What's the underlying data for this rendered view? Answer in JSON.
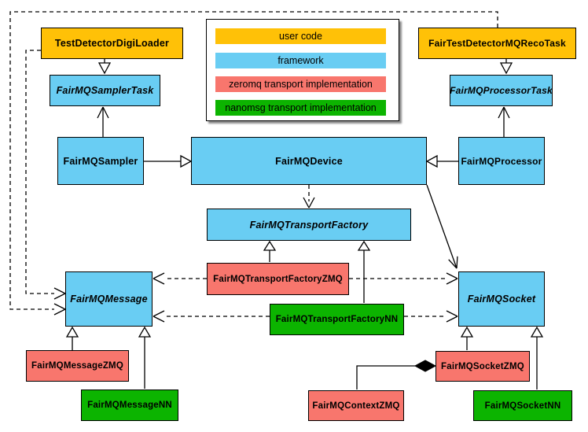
{
  "legend": {
    "items": [
      {
        "label": "user code",
        "color": "#FFC107"
      },
      {
        "label": "framework",
        "color": "#69CDF3"
      },
      {
        "label": "zeromq transport implementation",
        "color": "#F8766D"
      },
      {
        "label": "nanomsg transport implementation",
        "color": "#0CB400"
      }
    ]
  },
  "colors": {
    "user_code": "#FFC107",
    "framework": "#69CDF3",
    "zeromq": "#F8766D",
    "nanomsg": "#0CB400",
    "border": "#000000",
    "background": "#FFFFFF"
  },
  "nodes": {
    "test_detector_digi_loader": {
      "label": "TestDetectorDigiLoader",
      "category": "user code"
    },
    "fair_test_detector_mq_reco_task": {
      "label": "FairTestDetectorMQRecoTask",
      "category": "user code"
    },
    "fairmq_sampler_task": {
      "label": "FairMQSamplerTask",
      "category": "framework",
      "abstract": true
    },
    "fairmq_processor_task": {
      "label": "FairMQProcessorTask",
      "category": "framework",
      "abstract": true
    },
    "fairmq_sampler": {
      "label": "FairMQSampler",
      "category": "framework"
    },
    "fairmq_device": {
      "label": "FairMQDevice",
      "category": "framework"
    },
    "fairmq_processor": {
      "label": "FairMQProcessor",
      "category": "framework"
    },
    "fairmq_transport_factory": {
      "label": "FairMQTransportFactory",
      "category": "framework",
      "abstract": true
    },
    "fairmq_transport_factory_zmq": {
      "label": "FairMQTransportFactoryZMQ",
      "category": "zeromq"
    },
    "fairmq_transport_factory_nn": {
      "label": "FairMQTransportFactoryNN",
      "category": "nanomsg"
    },
    "fairmq_message": {
      "label": "FairMQMessage",
      "category": "framework",
      "abstract": true
    },
    "fairmq_socket": {
      "label": "FairMQSocket",
      "category": "framework",
      "abstract": true
    },
    "fairmq_message_zmq": {
      "label": "FairMQMessageZMQ",
      "category": "zeromq"
    },
    "fairmq_message_nn": {
      "label": "FairMQMessageNN",
      "category": "nanomsg"
    },
    "fairmq_socket_zmq": {
      "label": "FairMQSocketZMQ",
      "category": "zeromq"
    },
    "fairmq_context_zmq": {
      "label": "FairMQContextZMQ",
      "category": "zeromq"
    },
    "fairmq_socket_nn": {
      "label": "FairMQSocketNN",
      "category": "nanomsg"
    }
  },
  "edges": [
    {
      "from": "TestDetectorDigiLoader",
      "to": "FairMQSamplerTask",
      "type": "generalization"
    },
    {
      "from": "FairTestDetectorMQRecoTask",
      "to": "FairMQProcessorTask",
      "type": "generalization"
    },
    {
      "from": "FairMQSampler",
      "to": "FairMQSamplerTask",
      "type": "arrow"
    },
    {
      "from": "FairMQProcessor",
      "to": "FairMQProcessorTask",
      "type": "arrow"
    },
    {
      "from": "FairMQSampler",
      "to": "FairMQDevice",
      "type": "generalization"
    },
    {
      "from": "FairMQProcessor",
      "to": "FairMQDevice",
      "type": "generalization"
    },
    {
      "from": "FairMQDevice",
      "to": "FairMQTransportFactory",
      "type": "dependency-dashed"
    },
    {
      "from": "FairMQDevice",
      "to": "FairMQSocket",
      "type": "arrow"
    },
    {
      "from": "FairMQTransportFactoryZMQ",
      "to": "FairMQTransportFactory",
      "type": "generalization"
    },
    {
      "from": "FairMQTransportFactoryNN",
      "to": "FairMQTransportFactory",
      "type": "generalization"
    },
    {
      "from": "FairMQTransportFactoryZMQ",
      "to": "FairMQMessage",
      "type": "dependency-dashed"
    },
    {
      "from": "FairMQTransportFactoryZMQ",
      "to": "FairMQSocket",
      "type": "dependency-dashed"
    },
    {
      "from": "FairMQTransportFactoryNN",
      "to": "FairMQMessage",
      "type": "dependency-dashed"
    },
    {
      "from": "FairMQTransportFactoryNN",
      "to": "FairMQSocket",
      "type": "dependency-dashed"
    },
    {
      "from": "TestDetectorDigiLoader",
      "to": "FairMQMessage",
      "type": "dependency-dashed"
    },
    {
      "from": "FairTestDetectorMQRecoTask",
      "to": "FairMQMessage",
      "type": "dependency-dashed"
    },
    {
      "from": "FairMQMessageZMQ",
      "to": "FairMQMessage",
      "type": "generalization"
    },
    {
      "from": "FairMQMessageNN",
      "to": "FairMQMessage",
      "type": "generalization"
    },
    {
      "from": "FairMQSocketZMQ",
      "to": "FairMQSocket",
      "type": "generalization"
    },
    {
      "from": "FairMQSocketNN",
      "to": "FairMQSocket",
      "type": "generalization"
    },
    {
      "from": "FairMQContextZMQ",
      "to": "FairMQSocketZMQ",
      "type": "composition"
    }
  ]
}
